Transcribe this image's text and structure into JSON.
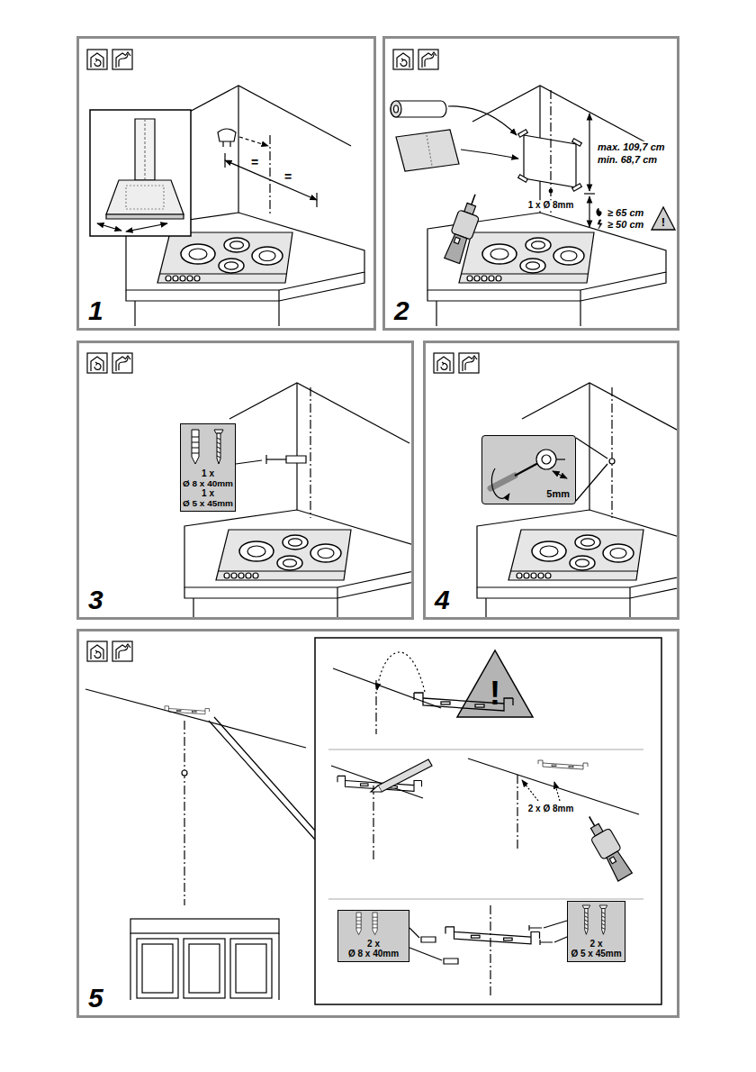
{
  "diagram": {
    "nodes": [
      {
        "text": [
          "1"
        ]
      },
      {
        "text": [
          "2"
        ]
      },
      {
        "text": [
          "3"
        ]
      },
      {
        "text": [
          "1 x",
          "Ø 8 x 40mm",
          "1 x",
          "Ø 5 x 45mm"
        ],
        "in": 2
      },
      {
        "text": [
          "4"
        ]
      },
      {
        "text": [
          "5mm"
        ],
        "in": 4
      },
      {
        "text": [
          "5"
        ]
      },
      {
        "text": [
          "2 x",
          "Ø 8 x 40mm"
        ],
        "in": 6
      },
      {
        "text": [
          "2 x",
          "Ø 5 x 45mm"
        ],
        "in": 6
      }
    ],
    "labels": [
      "=",
      "=",
      "max. 109,7 cm",
      "min. 68,7 cm",
      "1 x Ø 8mm",
      "≥ 65 cm",
      "≥ 50 cm",
      "!",
      "!",
      "2 x Ø 8mm"
    ]
  }
}
